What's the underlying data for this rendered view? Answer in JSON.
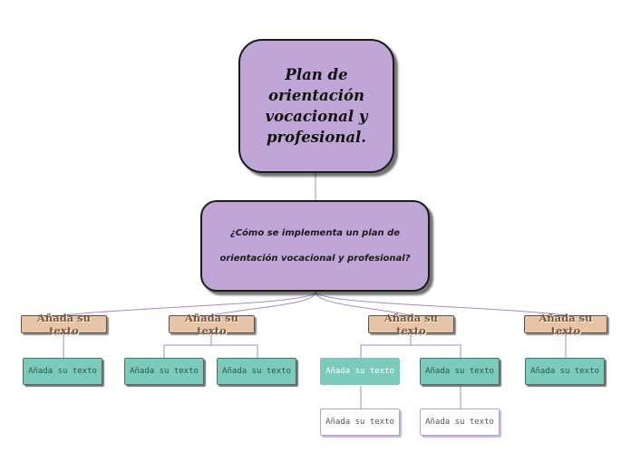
{
  "diagram": {
    "root": {
      "label": "Plan de orientación vocacional y profesional."
    },
    "question": {
      "label": "¿Cómo se implementa un plan de orientación vocacional y profesional?"
    },
    "topics": [
      {
        "label": "Añada su texto"
      },
      {
        "label": "Añada su texto"
      },
      {
        "label": "Añada su texto"
      },
      {
        "label": "Añada su texto"
      }
    ],
    "leaves": [
      {
        "label": "Añada su texto"
      },
      {
        "label": "Añada su texto"
      },
      {
        "label": "Añada su texto"
      },
      {
        "label": "Añada su texto"
      },
      {
        "label": "Añada su texto"
      },
      {
        "label": "Añada su texto"
      }
    ],
    "subleaves": [
      {
        "label": "Añada su texto"
      },
      {
        "label": "Añada su texto"
      }
    ]
  },
  "colors": {
    "main_node_fill": "#c0a6d6",
    "topic_fill": "#e7c4a6",
    "leaf_fill": "#7ccabc",
    "connector": "#a58bc3"
  }
}
